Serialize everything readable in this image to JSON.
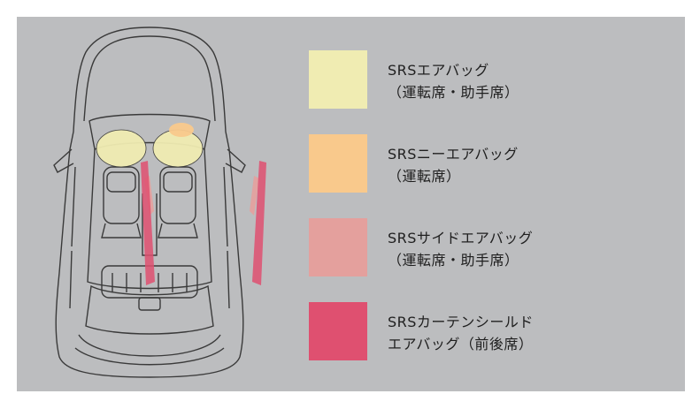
{
  "legend": [
    {
      "line1": "SRSエアバッグ",
      "line2": "（運転席・助手席）",
      "color": "#f0ecb2"
    },
    {
      "line1": "SRSニーエアバッグ",
      "line2": "（運転席）",
      "color": "#f9c98c"
    },
    {
      "line1": "SRSサイドエアバッグ",
      "line2": "（運転席・助手席）",
      "color": "#e4a09d"
    },
    {
      "line1": "SRSカーテンシールド",
      "line2": "エアバッグ（前後席）",
      "color": "#df5070"
    }
  ],
  "colors": {
    "panel": "#bcbdbf",
    "outline": "#3a3a3a"
  },
  "icons": {
    "car": "car-top-view-icon"
  }
}
